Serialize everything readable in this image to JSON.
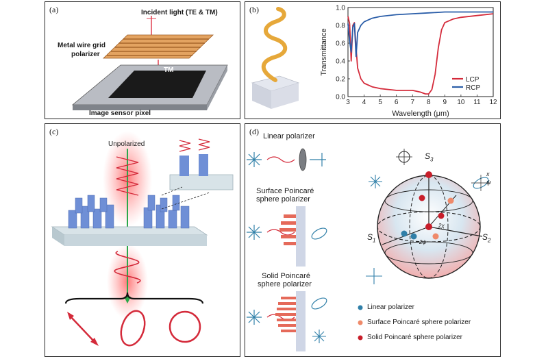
{
  "panel_a": {
    "label": "(a)",
    "incident": "Incident light (TE & TM)",
    "polarizer_line1": "Metal wire grid",
    "polarizer_line2": "polarizer",
    "tm": "TM",
    "sensor": "Image sensor pixel"
  },
  "panel_b": {
    "label": "(b)"
  },
  "panel_c": {
    "label": "(c)",
    "unpolarized": "Unpolarized"
  },
  "panel_d": {
    "label": "(d)",
    "linear": "Linear polarizer",
    "surface_line1": "Surface Poincaré",
    "surface_line2": "sphere polarizer",
    "solid_line1": "Solid Poincaré",
    "solid_line2": "sphere polarizer",
    "s1": "S",
    "s1_sub": "1",
    "s2": "S",
    "s2_sub": "2",
    "s3": "S",
    "s3_sub": "3",
    "psi": "ψ",
    "x": "x",
    "two_psi": "2ψ",
    "two_chi": "2χ",
    "legend": [
      {
        "label": "Linear polarizer",
        "color": "#2f7fa8"
      },
      {
        "label": "Surface Poincaré sphere polarizer",
        "color": "#ef8a6a"
      },
      {
        "label": "Solid Poincaré sphere polarizer",
        "color": "#c81e2a"
      }
    ]
  },
  "chart_data": {
    "type": "line",
    "xlabel": "Wavelength (μm)",
    "ylabel": "Transmittance",
    "xlim": [
      3,
      12
    ],
    "ylim": [
      0,
      1.0
    ],
    "xticks": [
      3,
      4,
      5,
      6,
      7,
      8,
      9,
      10,
      11,
      12
    ],
    "yticks": [
      0.0,
      0.2,
      0.4,
      0.6,
      0.8,
      1.0
    ],
    "legend_position": "bottom-right",
    "series": [
      {
        "name": "LCP",
        "color": "#d42a3a",
        "x": [
          3.0,
          3.1,
          3.2,
          3.3,
          3.4,
          3.5,
          3.6,
          3.8,
          4.0,
          4.5,
          5.0,
          5.5,
          6.0,
          6.5,
          7.0,
          7.5,
          7.8,
          8.0,
          8.2,
          8.4,
          8.6,
          8.8,
          9.0,
          9.5,
          10.0,
          11.0,
          12.0
        ],
        "y": [
          0.9,
          0.82,
          0.4,
          0.8,
          0.83,
          0.55,
          0.32,
          0.2,
          0.15,
          0.11,
          0.09,
          0.08,
          0.07,
          0.07,
          0.07,
          0.05,
          0.03,
          0.03,
          0.08,
          0.25,
          0.55,
          0.75,
          0.83,
          0.87,
          0.89,
          0.91,
          0.93
        ]
      },
      {
        "name": "RCP",
        "color": "#2a5da8",
        "x": [
          3.0,
          3.1,
          3.2,
          3.3,
          3.4,
          3.5,
          3.6,
          3.8,
          4.0,
          4.5,
          5.0,
          6.0,
          7.0,
          8.0,
          9.0,
          10.0,
          11.0,
          12.0
        ],
        "y": [
          0.82,
          0.62,
          0.5,
          0.78,
          0.82,
          0.45,
          0.72,
          0.8,
          0.84,
          0.88,
          0.9,
          0.92,
          0.93,
          0.94,
          0.95,
          0.95,
          0.95,
          0.95
        ]
      }
    ]
  }
}
